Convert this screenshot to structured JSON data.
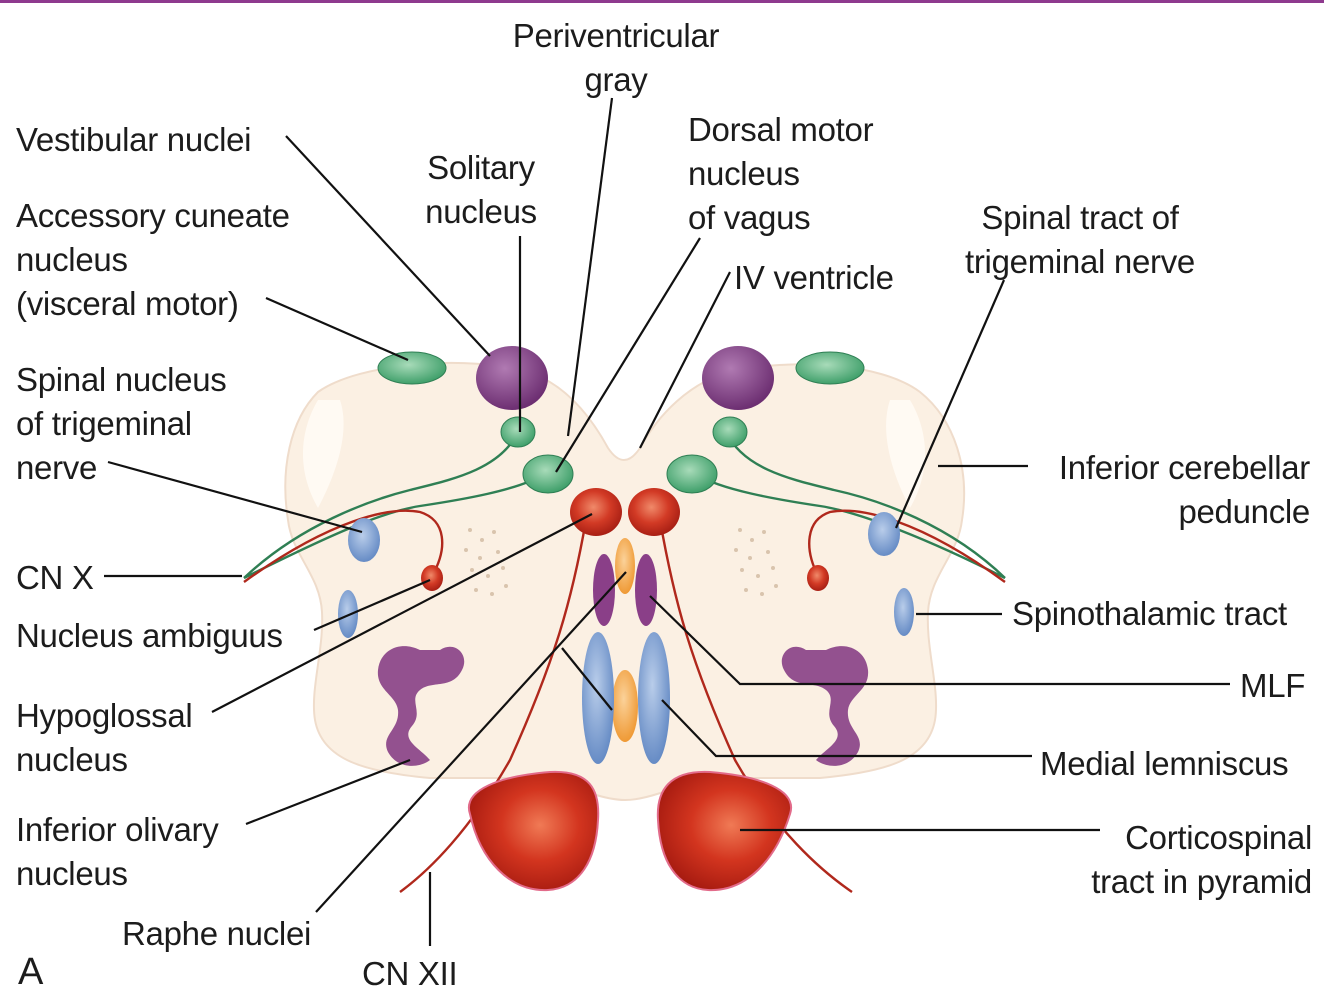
{
  "figure": {
    "panel_letter": "A",
    "labels": {
      "periventricular": [
        "Periventricular",
        "gray"
      ],
      "vestibular": "Vestibular nuclei",
      "solitary": [
        "Solitary",
        "nucleus"
      ],
      "dorsal_motor": [
        "Dorsal motor",
        "nucleus",
        "of vagus"
      ],
      "spinal_tract": [
        "Spinal tract of",
        "trigeminal nerve"
      ],
      "accessory_cuneate": [
        "Accessory cuneate",
        "nucleus",
        "(visceral motor)"
      ],
      "iv_ventricle": "IV ventricle",
      "spinal_nucleus": [
        "Spinal nucleus",
        "of trigeminal",
        "nerve"
      ],
      "inferior_cerebellar": [
        "Inferior cerebellar",
        "peduncle"
      ],
      "cn_x": "CN X",
      "nucleus_ambiguus": "Nucleus ambiguus",
      "spinothalamic": "Spinothalamic tract",
      "hypoglossal": [
        "Hypoglossal",
        "nucleus"
      ],
      "mlf": "MLF",
      "medial_lemniscus": "Medial lemniscus",
      "inferior_olivary": [
        "Inferior olivary",
        "nucleus"
      ],
      "corticospinal": [
        "Corticospinal",
        "tract in pyramid"
      ],
      "raphe": "Raphe nuclei",
      "cn_xii": "CN XII"
    },
    "colors": {
      "brainstem": "#fbf0e3",
      "sensory_green": "#3f9f6a",
      "visceral_purple": "#7b3f80",
      "motor_red": "#c9291f",
      "tract_blue": "#6f93c9",
      "raphe_orange": "#f2a13a"
    }
  }
}
